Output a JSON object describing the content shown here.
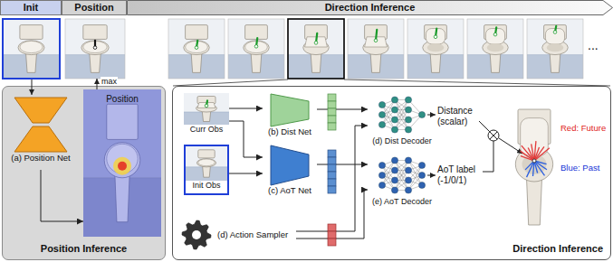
{
  "diagram": {
    "nodes": [
      {
        "text": [
          "Init"
        ]
      },
      {
        "text": [
          "Position"
        ]
      },
      {
        "text": [
          "Direction Inference"
        ]
      },
      {
        "text": [
          "Position Inference"
        ]
      },
      {
        "text": [
          "(a) Position Net"
        ],
        "in": 3
      },
      {
        "text": [
          "Position"
        ],
        "in": 3
      },
      {
        "text": [
          "Direction Inference"
        ]
      },
      {
        "text": [
          "Curr Obs"
        ],
        "in": 6
      },
      {
        "text": [
          "Init Obs"
        ],
        "in": 6
      },
      {
        "text": [
          "(b) Dist Net"
        ],
        "in": 6
      },
      {
        "text": [
          "(c) AoT Net"
        ],
        "in": 6
      },
      {
        "text": [
          "(d) Action Sampler"
        ],
        "in": 6
      },
      {
        "text": [
          "(d) Dist Decoder"
        ],
        "in": 6
      },
      {
        "text": [
          "(e) AoT Decoder"
        ],
        "in": 6
      }
    ],
    "edges": [
      {
        "from": 4,
        "to": 5,
        "arrow": "to"
      },
      {
        "from": 7,
        "to": 9,
        "arrow": "to"
      },
      {
        "from": 7,
        "to": 10,
        "arrow": "to"
      },
      {
        "from": 8,
        "to": 10,
        "arrow": "to"
      },
      {
        "from": 9,
        "to": 12,
        "arrow": "to"
      },
      {
        "from": 10,
        "to": 13,
        "arrow": "to"
      },
      {
        "from": 11,
        "to": 12,
        "arrow": "to"
      },
      {
        "from": 11,
        "to": 13,
        "arrow": "to"
      }
    ],
    "labels": [
      "max",
      "Distance (scalar)",
      "AoT label (-1/0/1)",
      "Red: Future",
      "Blue: Past",
      "..."
    ]
  }
}
